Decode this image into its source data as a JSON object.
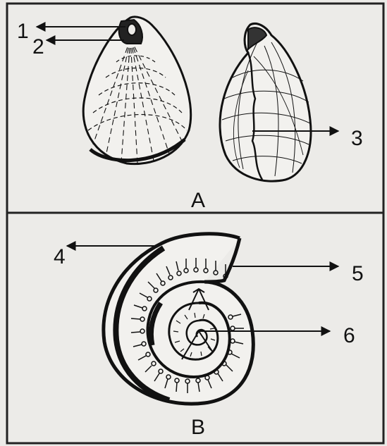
{
  "panels": {
    "top": {
      "label": "A"
    },
    "bottom": {
      "label": "B"
    }
  },
  "callouts": {
    "c1": "1",
    "c2": "2",
    "c3": "3",
    "c4": "4",
    "c5": "5",
    "c6": "6"
  },
  "colors": {
    "background": "#ecebe8",
    "ink": "#111111"
  },
  "icons": {
    "panel_a_left": "brachiopod-shell-icon",
    "panel_a_right": "brachiopod-side-view-icon",
    "panel_b": "ammonite-shell-icon"
  }
}
